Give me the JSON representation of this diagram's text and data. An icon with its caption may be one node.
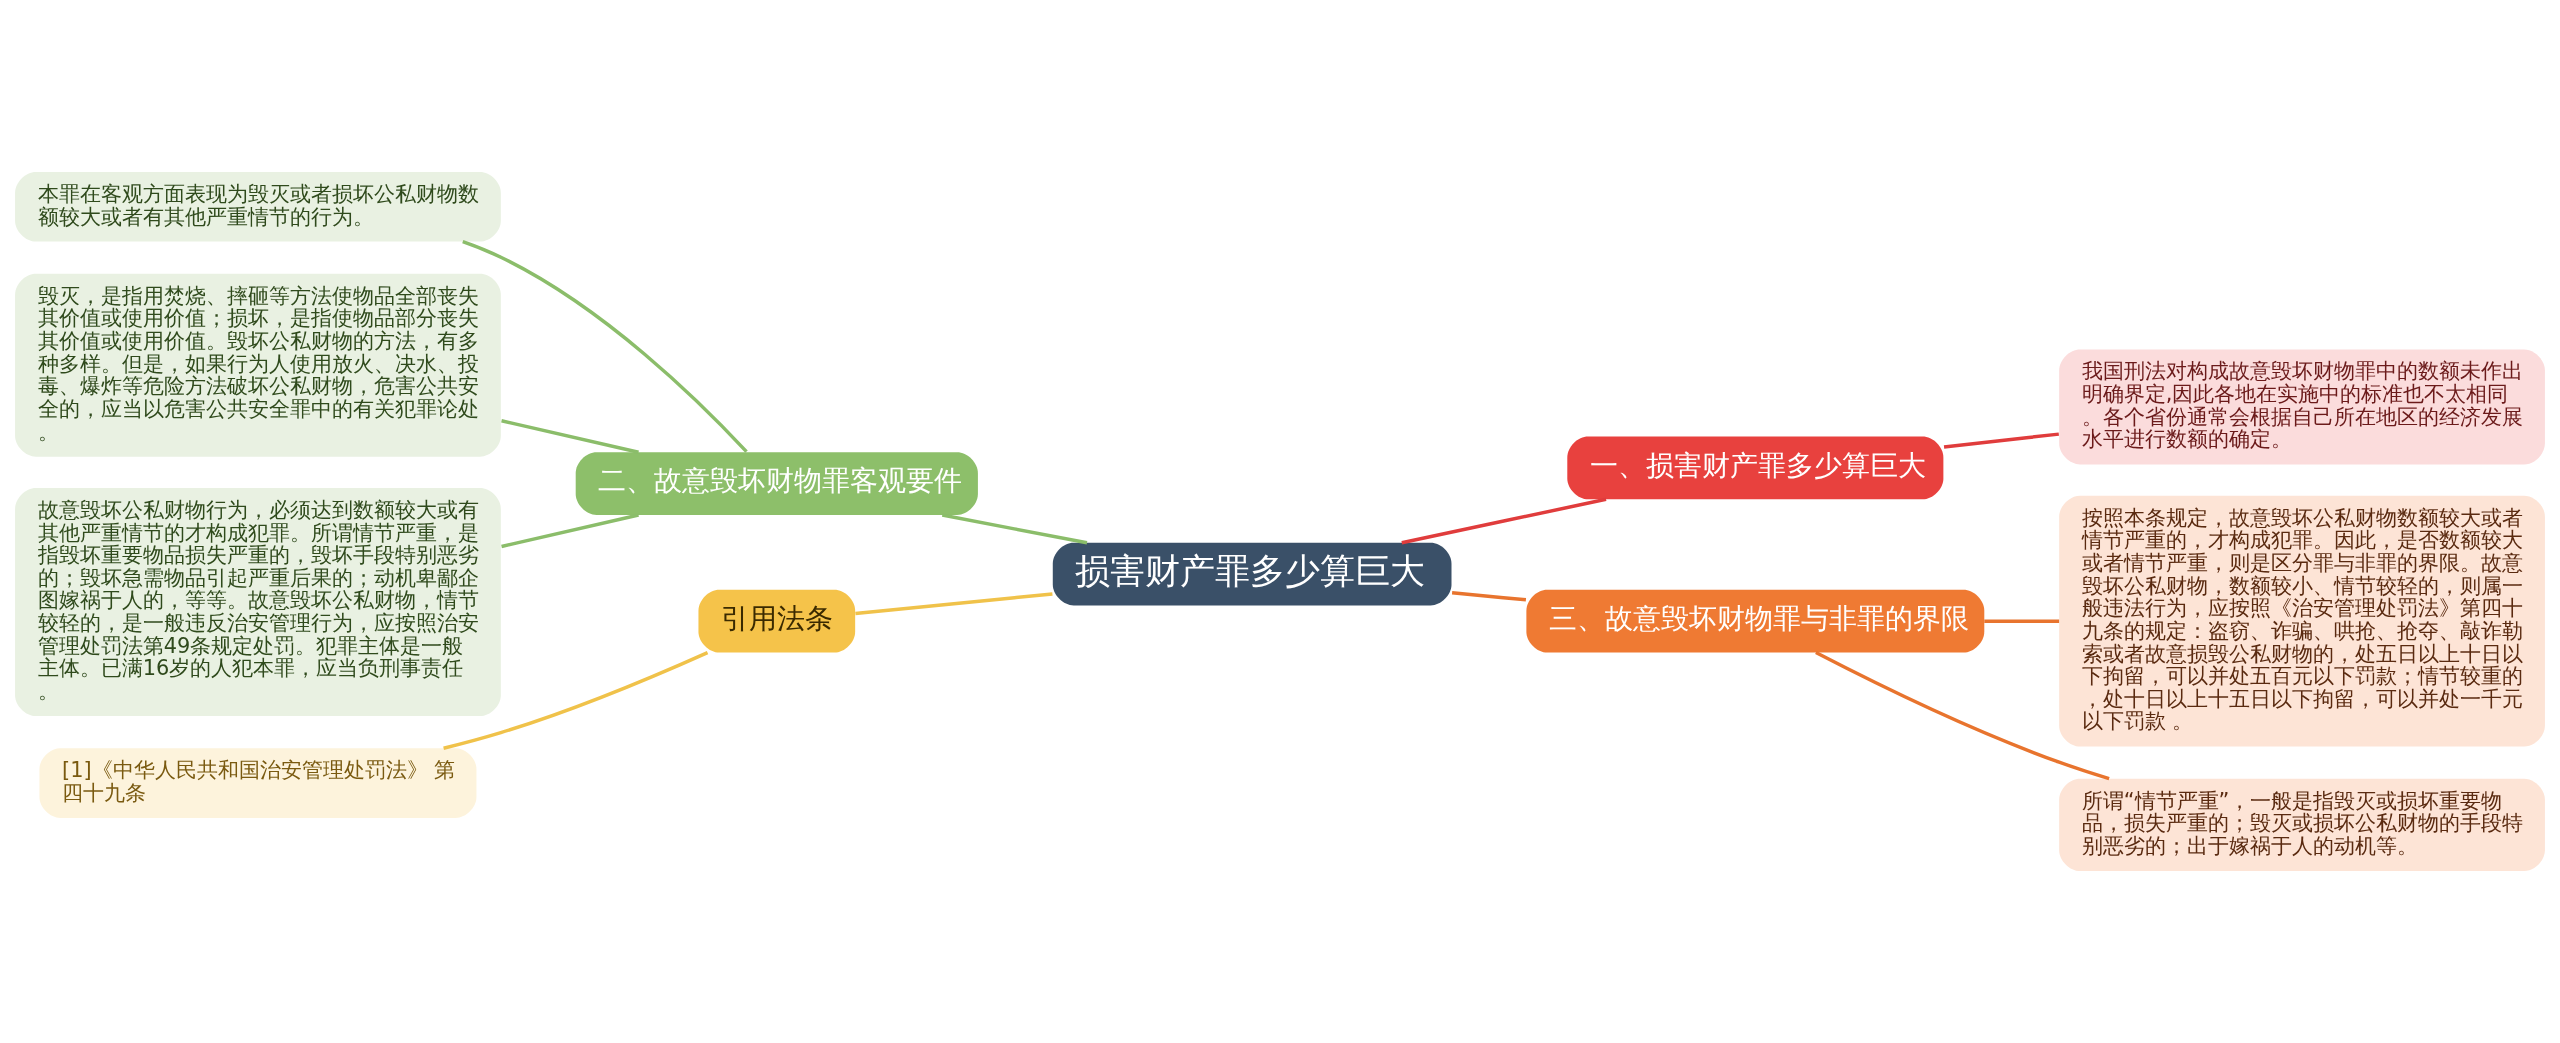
{
  "diagram": {
    "nodes": [
      {
        "text": [
          "损害财产罪多少算巨大"
        ]
      },
      {
        "text": [
          "一、损害财产罪多少算巨大"
        ]
      },
      {
        "text": [
          "我国刑法对构成故意毁坏财物罪中的数额未作出明确界定,因此各地在实施中的标准也不太相同。各个省份通常会根据自己所在地区的经济发展水平进行数额的确定。"
        ]
      },
      {
        "text": [
          "三、故意毁坏财物罪与非罪的界限"
        ]
      },
      {
        "text": [
          "按照本条规定，故意毁坏公私财物数额较大或者情节严重的，才构成犯罪。因此，是否数额较大或者情节严重，则是区分罪与非罪的界限。故意毁坏公私财物，数额较小、情节较轻的，则属一般违法行为，应按照《治安管理处罚法》第四十九条的规定：盗窃、诈骗、哄抢、抢夺、敲诈勒索或者故意损毁公私财物的，处五日以上十日以下拘留，可以并处五百元以下罚款；情节较重的，处十日以上十五日以下拘留，可以并处一千元以下罚款 。"
        ]
      },
      {
        "text": [
          "所谓“情节严重”，一般是指毁灭或损坏重要物品，损失严重的；毁灭或损坏公私财物的手段特别恶劣的；出于嫁祸于人的动机等。"
        ]
      },
      {
        "text": [
          "二、故意毁坏财物罪客观要件"
        ]
      },
      {
        "text": [
          "本罪在客观方面表现为毁灭或者损坏公私财物数额较大或者有其他严重情节的行为。"
        ]
      },
      {
        "text": [
          "毁灭，是指用焚烧、摔砸等方法使物品全部丧失其价值或使用价值；损坏，是指使物品部分丧失其价值或使用价值。毁坏公私财物的方法，有多种多样。但是，如果行为人使用放火、决水、投毒、爆炸等危险方法破坏公私财物，危害公共安全的，应当以危害公共安全罪中的有关犯罪论处。"
        ]
      },
      {
        "text": [
          "故意毁坏公私财物行为，必须达到数额较大或有其他严重情节的才构成犯罪。所谓情节严重，是指毁坏重要物品损失严重的，毁坏手段特别恶劣的；毁坏急需物品引起严重后果的；动机卑鄙企图嫁祸于人的，等等。故意毁坏公私财物，情节较轻的，是一般违反治安管理行为，应按照治安管理处罚法第49条规定处罚。犯罪主体是一般主体。已满16岁的人犯本罪，应当负刑事责任。"
        ]
      },
      {
        "text": [
          "引用法条"
        ]
      },
      {
        "text": [
          "[1]《中华人民共和国治安管理处罚法》 第四十九条"
        ]
      }
    ],
    "edges": [
      {
        "from": 0,
        "to": 1,
        "arrow": "none",
        "color": "#e03c3c"
      },
      {
        "from": 1,
        "to": 2,
        "arrow": "none",
        "color": "#e03c3c"
      },
      {
        "from": 0,
        "to": 3,
        "arrow": "none",
        "color": "#e8742e"
      },
      {
        "from": 3,
        "to": 4,
        "arrow": "none",
        "color": "#e8742e"
      },
      {
        "from": 3,
        "to": 5,
        "arrow": "none",
        "color": "#e8742e"
      },
      {
        "from": 0,
        "to": 6,
        "arrow": "none",
        "color": "#8bbd6a"
      },
      {
        "from": 6,
        "to": 7,
        "arrow": "none",
        "color": "#8bbd6a"
      },
      {
        "from": 6,
        "to": 8,
        "arrow": "none",
        "color": "#8bbd6a"
      },
      {
        "from": 6,
        "to": 9,
        "arrow": "none",
        "color": "#8bbd6a"
      },
      {
        "from": 0,
        "to": 10,
        "arrow": "none",
        "color": "#f0c24a"
      },
      {
        "from": 10,
        "to": 11,
        "arrow": "none",
        "color": "#f0c24a"
      }
    ]
  }
}
